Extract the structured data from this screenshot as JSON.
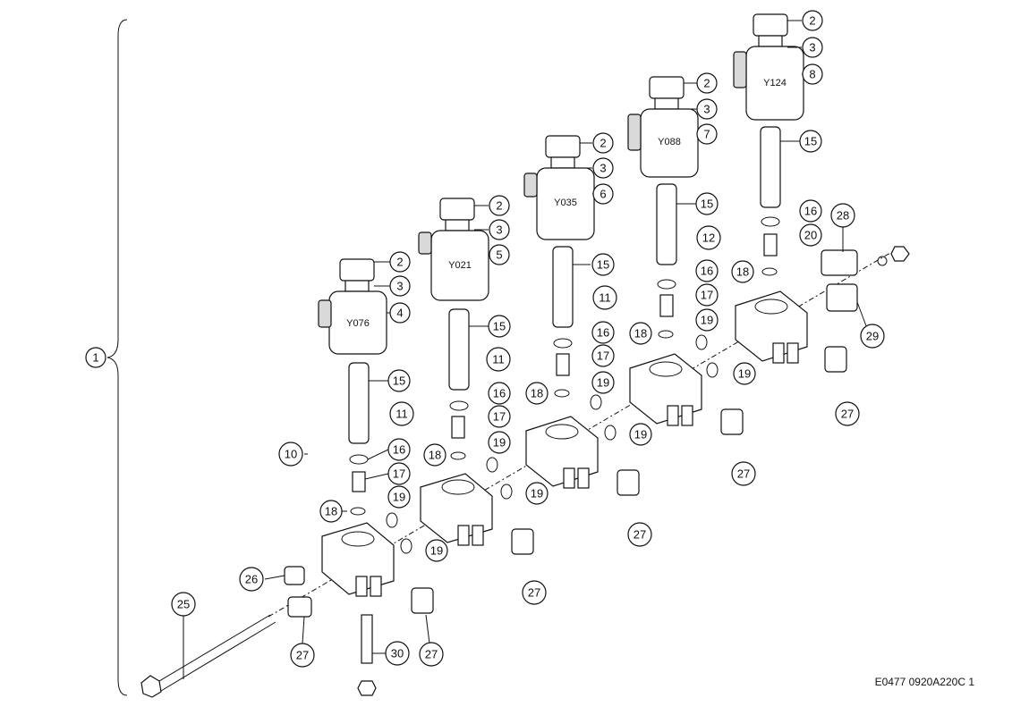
{
  "reference_code": "E0477 0920A220C 1",
  "coil_labels": [
    "Y076",
    "Y021",
    "Y035",
    "Y088",
    "Y124"
  ],
  "callouts": {
    "c1": "1",
    "c2": "2",
    "c3": "3",
    "c4": "4",
    "c5": "5",
    "c6": "6",
    "c7": "7",
    "c8": "8",
    "c10": "10",
    "c11": "11",
    "c12": "12",
    "c15": "15",
    "c16": "16",
    "c17": "17",
    "c18": "18",
    "c19": "19",
    "c20": "20",
    "c25": "25",
    "c26": "26",
    "c27": "27",
    "c28": "28",
    "c29": "29",
    "c30": "30"
  }
}
